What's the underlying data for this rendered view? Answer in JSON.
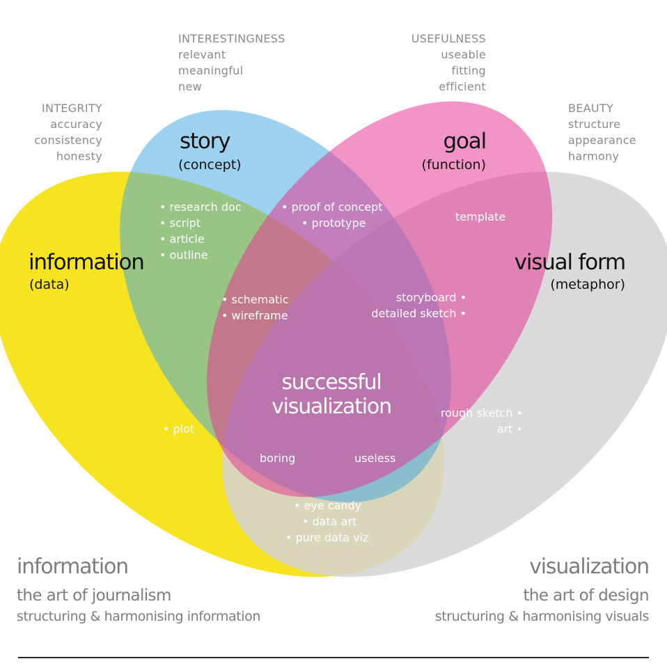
{
  "attributes": {
    "interestingness": [
      "INTERESTINGNESS",
      "relevant",
      "meaningful",
      "new"
    ],
    "usefulness": [
      "USEFULNESS",
      "useable",
      "fitting",
      "efficient"
    ],
    "integrity": [
      "INTEGRITY",
      "accuracy",
      "consistency",
      "honesty"
    ],
    "beauty": [
      "BEAUTY",
      "structure",
      "appearance",
      "harmony"
    ]
  },
  "sets": {
    "story": {
      "label": "story",
      "sub": "(concept)",
      "color": "#7ccbf0"
    },
    "goal": {
      "label": "goal",
      "sub": "(function)",
      "color": "#ea5aa2"
    },
    "information": {
      "label": "information",
      "sub": "(data)",
      "color": "#f6e216"
    },
    "visual_form": {
      "label": "visual form",
      "sub": "(metaphor)",
      "color": "#d3d3d3"
    }
  },
  "regions": {
    "story_info": [
      "• research doc",
      "• script",
      "• article",
      "• outline"
    ],
    "story_goal": [
      "• proof of concept",
      "• prototype"
    ],
    "goal_visual": "template",
    "story_goal_info": [
      "• schematic",
      "• wireframe"
    ],
    "story_goal_visual": [
      "storyboard •",
      "detailed sketch •"
    ],
    "center": [
      "successful",
      "visualization"
    ],
    "info_visual_only": "• plot",
    "story_visual": [
      "rough sketch •",
      "art •"
    ],
    "missing_story": "boring",
    "missing_goal": "useless",
    "info_visual": [
      "• eye candy",
      "• data art",
      "• pure data viz"
    ]
  },
  "footer": {
    "left": {
      "title": "information",
      "subtitle": "the art of journalism",
      "tagline": "structuring & harmonising information"
    },
    "right": {
      "title": "visualization",
      "subtitle": "the art of design",
      "tagline": "structuring & harmonising visuals"
    }
  }
}
